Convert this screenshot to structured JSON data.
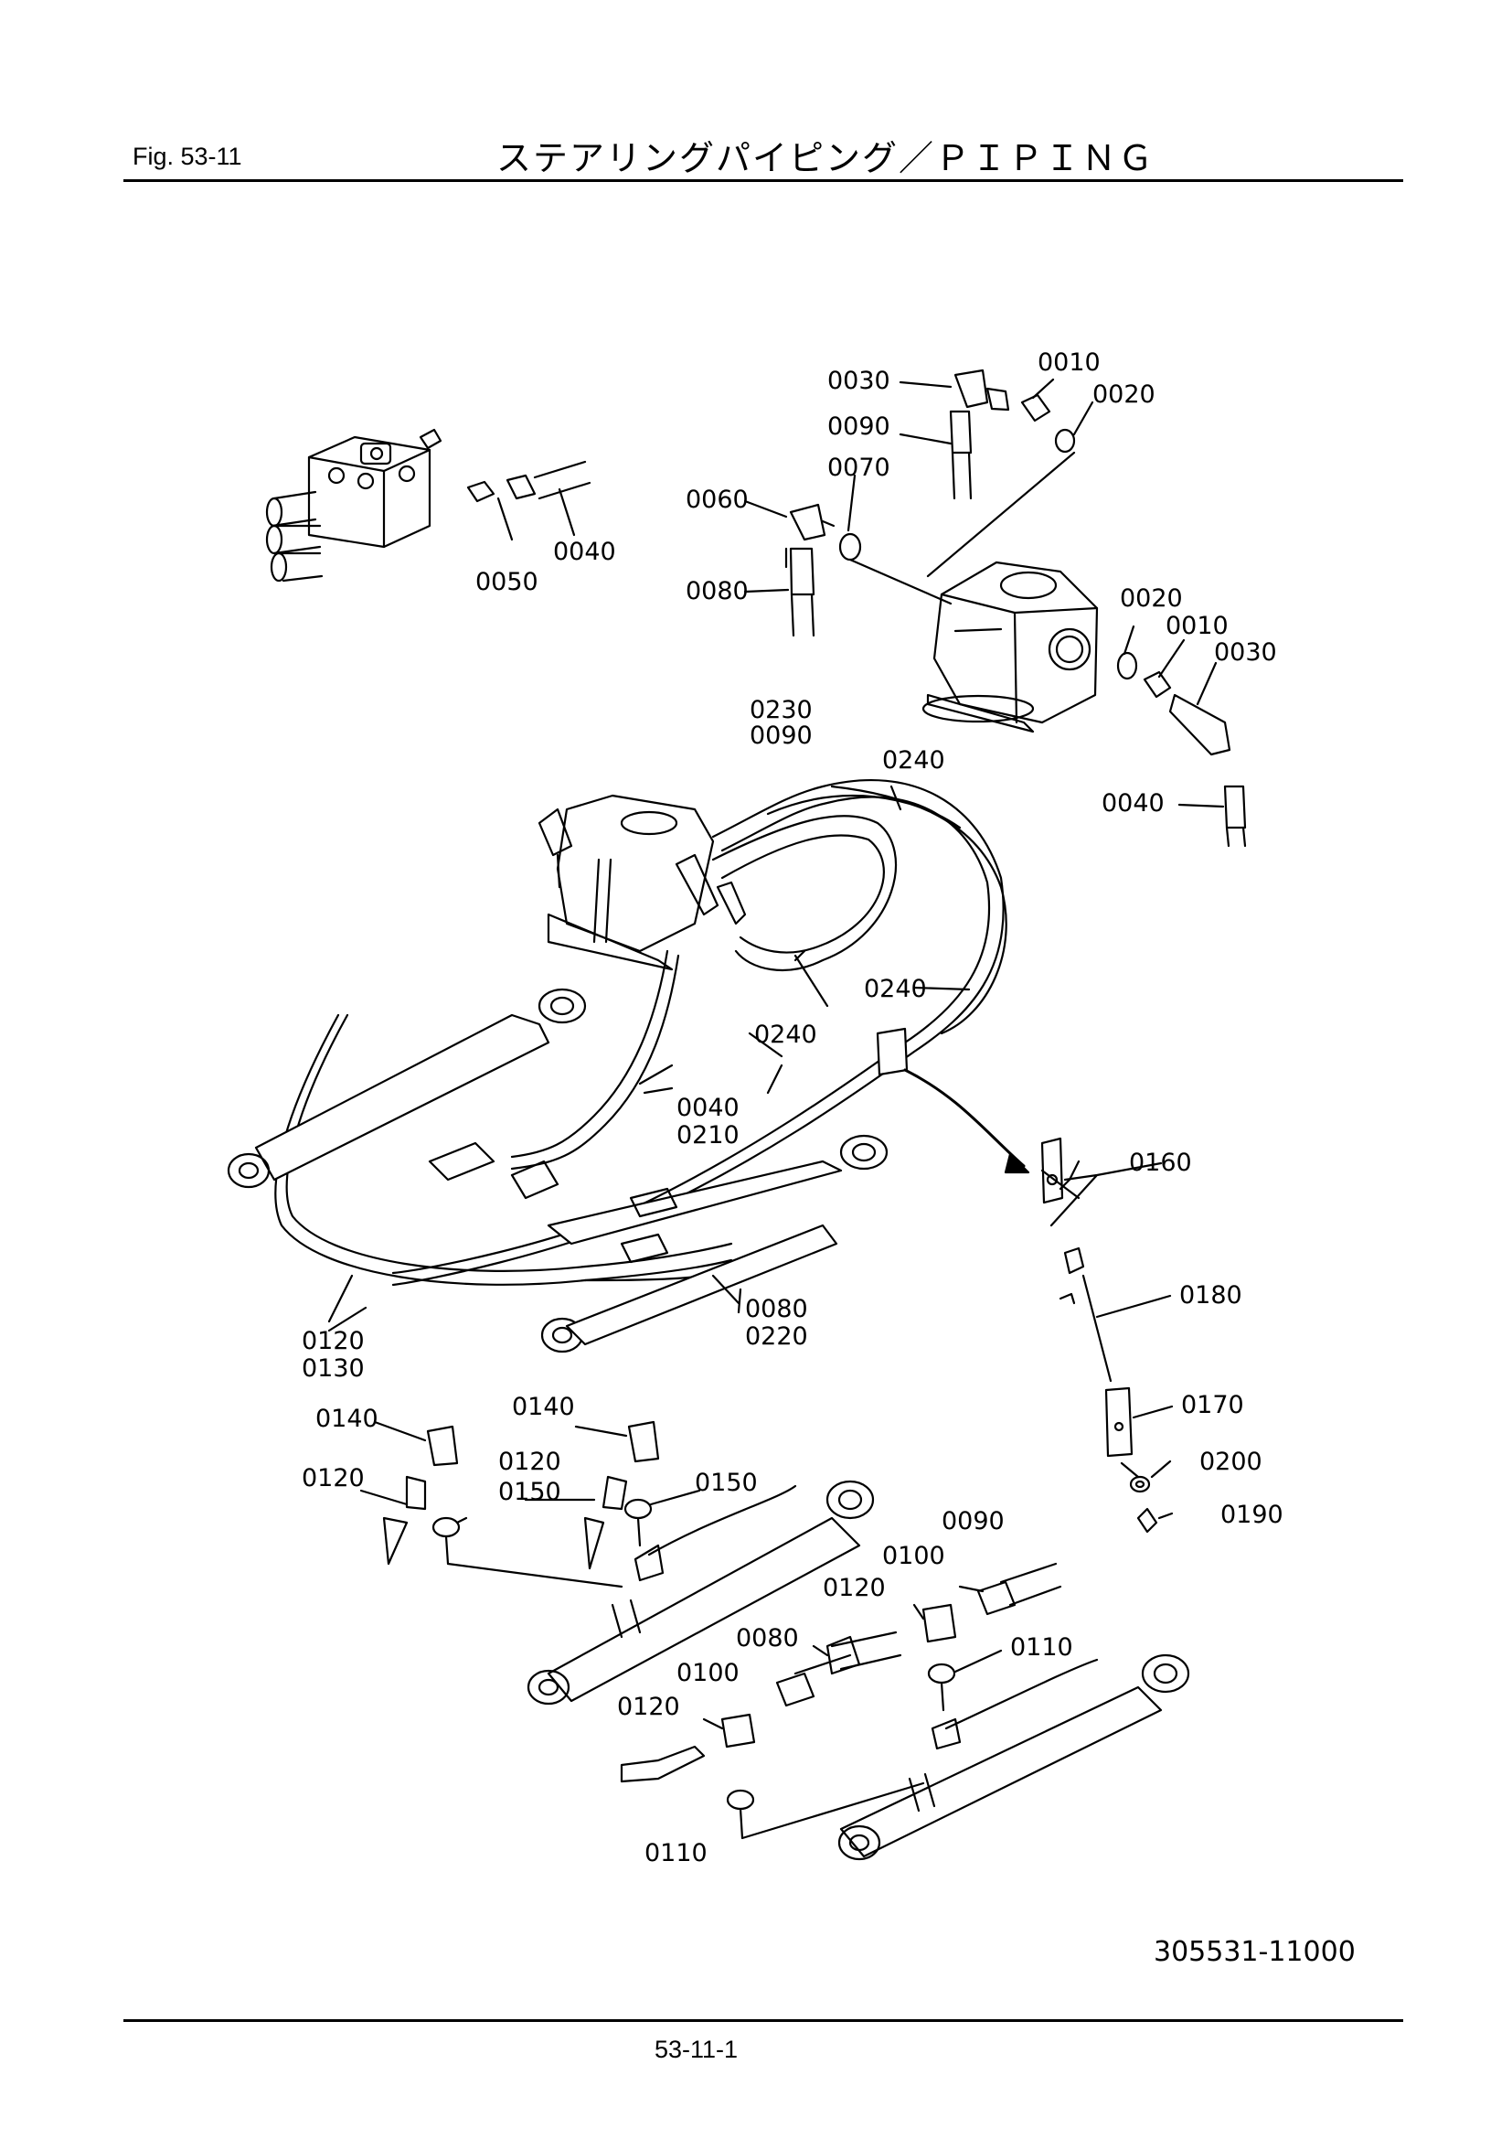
{
  "header": {
    "fig_label": "Fig.  53-11",
    "title": "ステアリングパイピング／ＰＩＰＩＮＧ"
  },
  "footer": {
    "drawing_number": "305531-11000",
    "page_number": "53-11-1"
  },
  "part_labels": [
    "0030",
    "0010",
    "0020",
    "0090",
    "0070",
    "0060",
    "0080",
    "0040",
    "0050",
    "0020",
    "0010",
    "0030",
    "0040",
    "0230",
    "0090",
    "0240",
    "0240",
    "0240",
    "0040",
    "0210",
    "0160",
    "0180",
    "0170",
    "0200",
    "0190",
    "0120",
    "0130",
    "0080",
    "0220",
    "0140",
    "0140",
    "0120",
    "0120",
    "0150",
    "0150",
    "0090",
    "0100",
    "0120",
    "0080",
    "0110",
    "0100",
    "0120",
    "0110"
  ]
}
